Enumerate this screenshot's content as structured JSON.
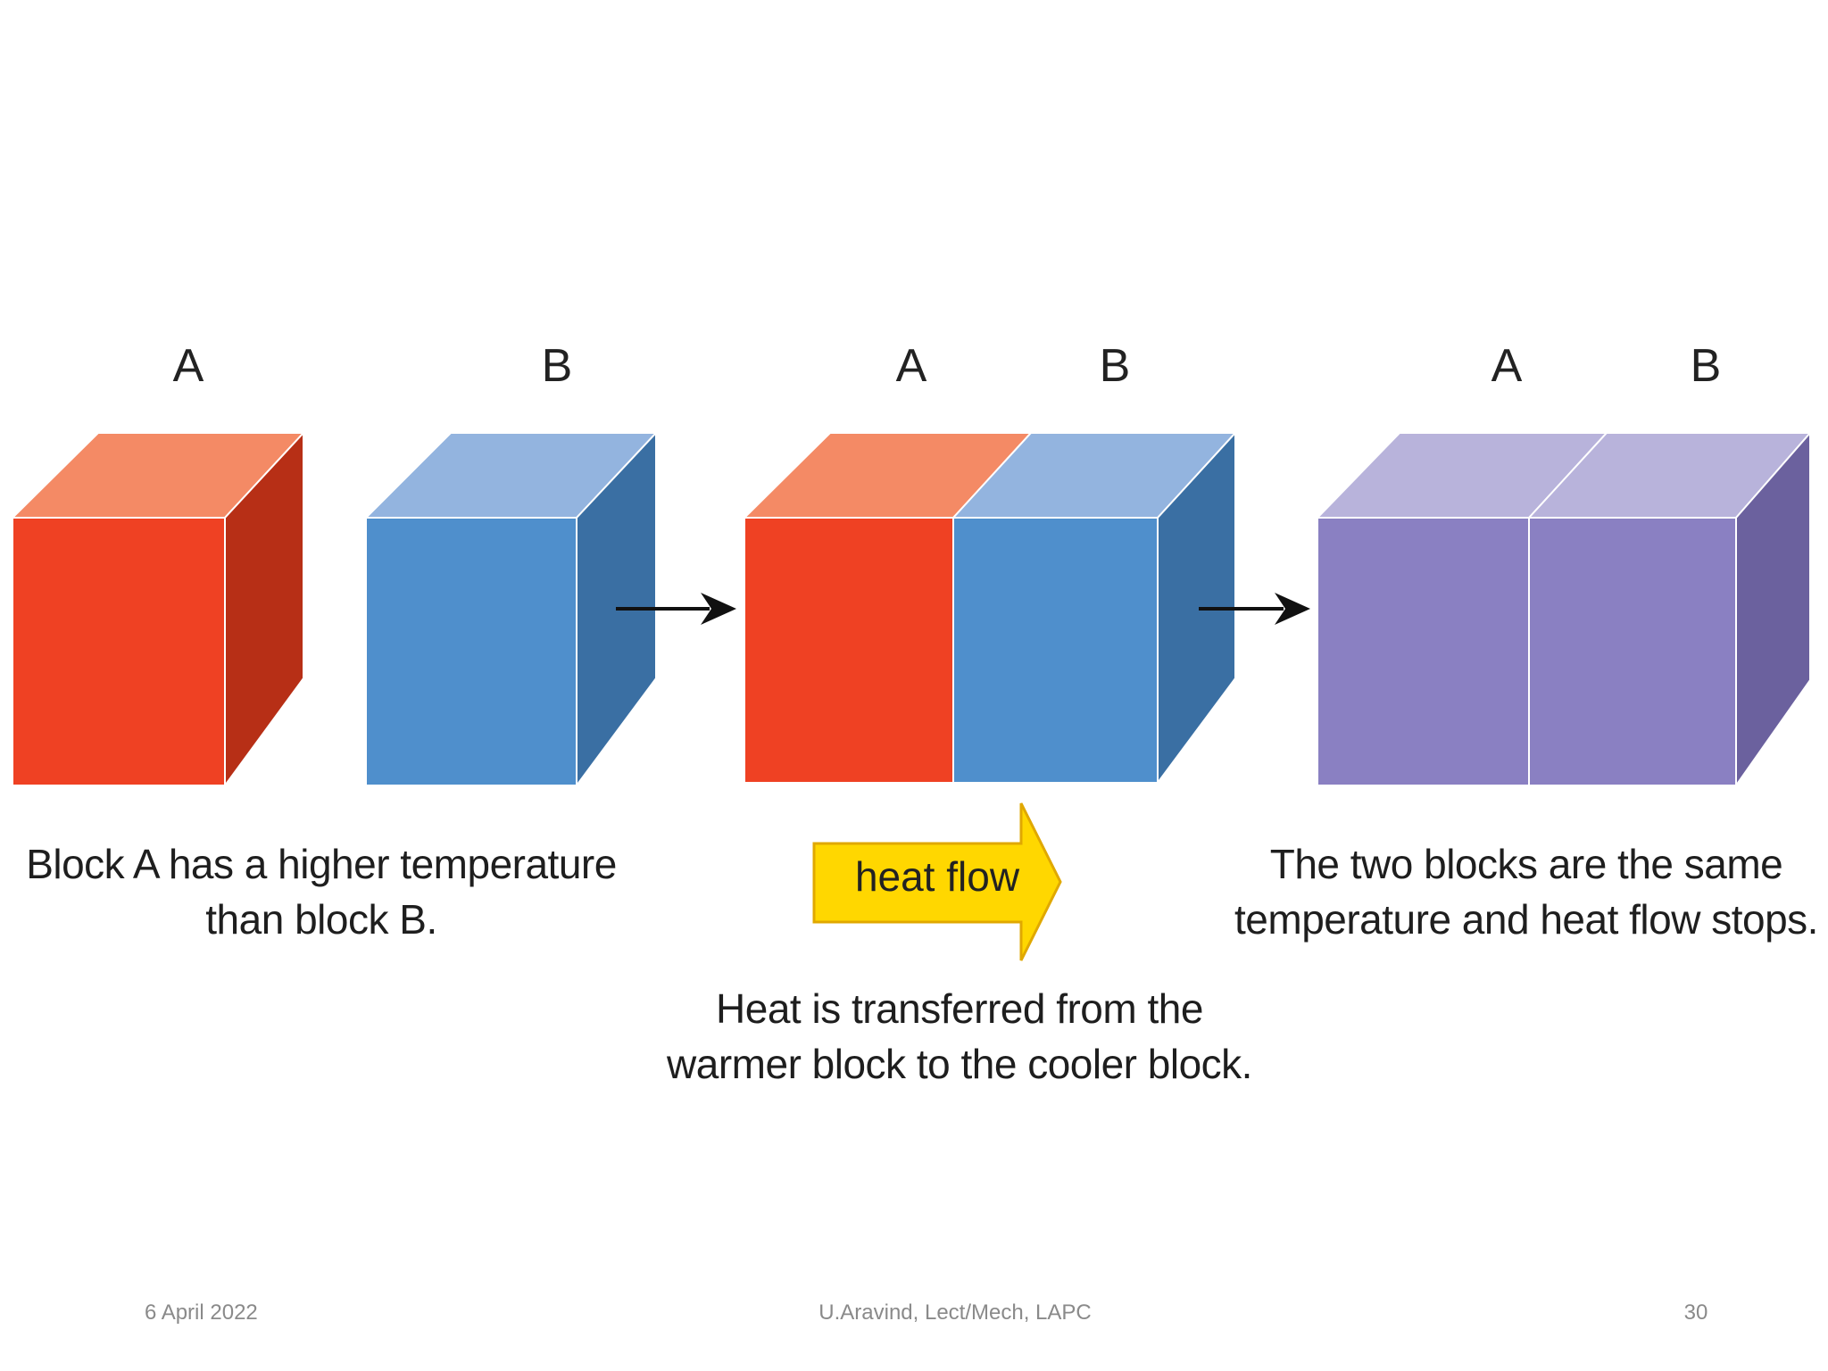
{
  "labels": {
    "stage1_a": "A",
    "stage1_b": "B",
    "stage2_a": "A",
    "stage2_b": "B",
    "stage3_a": "A",
    "stage3_b": "B"
  },
  "captions": {
    "stage1": [
      "Block A has a higher temperature",
      "than block B."
    ],
    "stage2": [
      "Heat is transferred from the",
      "warmer block to the cooler block."
    ],
    "stage3": [
      "The two blocks are the same",
      "temperature and heat flow stops."
    ]
  },
  "heat_flow_label": "heat flow",
  "footer": {
    "date": "6 April 2022",
    "author": "U.Aravind, Lect/Mech, LAPC",
    "page": "30"
  },
  "colors": {
    "hot_front": "#ef4123",
    "hot_top": "#f48a65",
    "hot_side": "#b72f16",
    "cold_front": "#4f8fcc",
    "cold_top": "#93b4df",
    "cold_side": "#3a6fa3",
    "eq_front": "#8a80c2",
    "eq_top": "#b8b3db",
    "eq_side": "#6b619e",
    "arrow_fill": "#ffd700",
    "arrow_stroke": "#e0a800"
  }
}
